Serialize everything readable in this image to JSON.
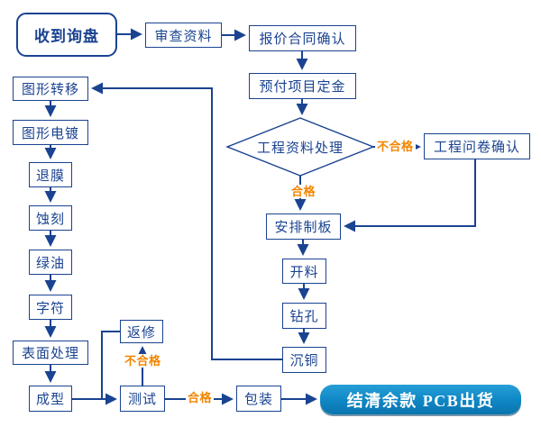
{
  "palette": {
    "line_and_text_navy": "#1a4391",
    "status_label_orange": "#f28500",
    "final_box_blue_top": "#279fd6",
    "final_box_blue_bottom": "#0a74ad",
    "final_box_text": "#ffffff",
    "background": "#ffffff"
  },
  "nodes": {
    "start": "收到询盘",
    "review": "审查资料",
    "quote_confirm": "报价合同确认",
    "deposit": "预付项目定金",
    "eng_data_process": "工程资料处理",
    "eng_questionnaire": "工程问卷确认",
    "schedule_board": "安排制板",
    "cutting": "开料",
    "drilling": "钻孔",
    "copper_deposit": "沉铜",
    "pattern_transfer": "图形转移",
    "pattern_plating": "图形电镀",
    "film_strip": "退膜",
    "etching": "蚀刻",
    "solder_mask": "绿油",
    "silkscreen": "字符",
    "surface_finish": "表面处理",
    "forming": "成型",
    "rework": "返修",
    "test": "测试",
    "packing": "包装",
    "final_ship": "结清余款 PCB出货"
  },
  "labels": {
    "fail_top": "不合格",
    "pass_top": "合格",
    "fail_bottom": "不合格",
    "pass_bottom": "合格"
  }
}
